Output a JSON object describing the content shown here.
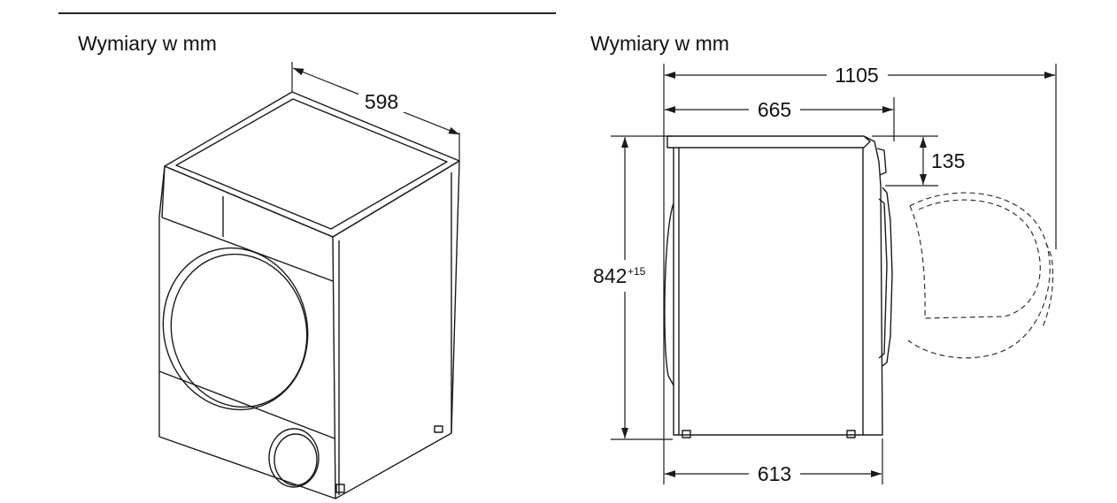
{
  "left_view": {
    "heading": "Wymiary w mm",
    "width": "598"
  },
  "right_view": {
    "heading": "Wymiary w mm",
    "depth_door_open": "1105",
    "depth": "665",
    "height": "842",
    "height_tolerance": "+15",
    "top_offset": "135",
    "base_depth": "613"
  },
  "colors": {
    "line": "#1a1a1a",
    "background": "#ffffff"
  }
}
